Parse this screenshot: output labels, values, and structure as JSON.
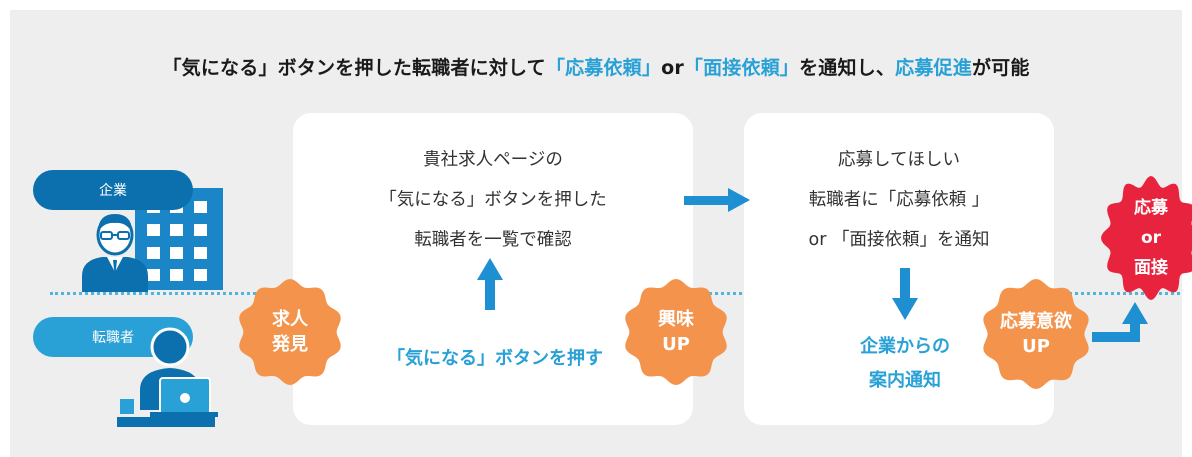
{
  "headline": {
    "part1": "「気になる」ボタンを押した転職者に対して",
    "hl1": "「応募依頼」",
    "part2": "or",
    "hl2": "「面接依頼」",
    "part3": "を通知し、",
    "hl3": "応募促進",
    "part4": "が可能"
  },
  "roles": {
    "company": "企業",
    "seeker": "転職者"
  },
  "card1": {
    "lines": [
      "貴社求人ページの",
      "「気になる」ボタンを押した",
      "転職者を一覧で確認"
    ]
  },
  "card2": {
    "lines": [
      "応募してほしい",
      "転職者に「応募依頼 」",
      "or 「面接依頼」を通知"
    ]
  },
  "steps": {
    "press_button": "「気になる」ボタンを押す",
    "company_notice_line1": "企業からの",
    "company_notice_line2": "案内通知"
  },
  "bursts": {
    "discover": [
      "求人",
      "発見"
    ],
    "interest": [
      "興味",
      "UP"
    ],
    "motivation": [
      "応募意欲",
      "UP"
    ],
    "result": [
      "応募",
      "or",
      "面接"
    ]
  },
  "colors": {
    "accent_blue": "#2aa1d6",
    "dark_blue": "#0b70ad",
    "orange": "#f4934c",
    "red": "#e8233d",
    "arrow_blue": "#1e8fd1"
  }
}
